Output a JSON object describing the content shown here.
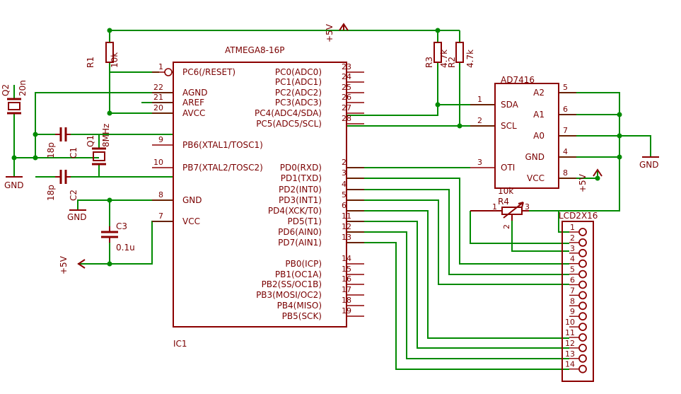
{
  "ic1": {
    "name": "IC1",
    "value": "ATMEGA8-16P",
    "left_pins": [
      {
        "num": "1",
        "label": "PC6(/RESET)"
      },
      {
        "num": "22",
        "label": "AGND"
      },
      {
        "num": "21",
        "label": "AREF"
      },
      {
        "num": "20",
        "label": "AVCC"
      },
      {
        "num": "9",
        "label": "PB6(XTAL1/TOSC1)"
      },
      {
        "num": "10",
        "label": "PB7(XTAL2/TOSC2)"
      },
      {
        "num": "8",
        "label": "GND"
      },
      {
        "num": "7",
        "label": "VCC"
      }
    ],
    "right_pins": [
      {
        "num": "23",
        "label": "PC0(ADC0)"
      },
      {
        "num": "24",
        "label": "PC1(ADC1)"
      },
      {
        "num": "25",
        "label": "PC2(ADC2)"
      },
      {
        "num": "26",
        "label": "PC3(ADC3)"
      },
      {
        "num": "27",
        "label": "PC4(ADC4/SDA)"
      },
      {
        "num": "28",
        "label": "PC5(ADC5/SCL)"
      },
      {
        "num": "2",
        "label": "PD0(RXD)"
      },
      {
        "num": "3",
        "label": "PD1(TXD)"
      },
      {
        "num": "4",
        "label": "PD2(INT0)"
      },
      {
        "num": "5",
        "label": "PD3(INT1)"
      },
      {
        "num": "6",
        "label": "PD4(XCK/T0)"
      },
      {
        "num": "11",
        "label": "PD5(T1)"
      },
      {
        "num": "12",
        "label": "PD6(AIN0)"
      },
      {
        "num": "13",
        "label": "PD7(AIN1)"
      },
      {
        "num": "14",
        "label": "PB0(ICP)"
      },
      {
        "num": "15",
        "label": "PB1(OC1A)"
      },
      {
        "num": "16",
        "label": "PB2(SS/OC1B)"
      },
      {
        "num": "17",
        "label": "PB3(MOSI/OC2)"
      },
      {
        "num": "18",
        "label": "PB4(MISO)"
      },
      {
        "num": "19",
        "label": "PB5(SCK)"
      }
    ]
  },
  "ad7416": {
    "name": "AD7416",
    "left_pins": [
      {
        "num": "1",
        "label": "SDA"
      },
      {
        "num": "2",
        "label": "SCL"
      },
      {
        "num": "3",
        "label": "OTI"
      }
    ],
    "right_pins": [
      {
        "num": "5",
        "label": "A2"
      },
      {
        "num": "6",
        "label": "A1"
      },
      {
        "num": "7",
        "label": "A0"
      },
      {
        "num": "4",
        "label": "GND"
      },
      {
        "num": "8",
        "label": "VCC"
      }
    ]
  },
  "lcd": {
    "name": "LCD2X16",
    "pins": [
      "1",
      "2",
      "3",
      "4",
      "5",
      "6",
      "7",
      "8",
      "9",
      "10",
      "11",
      "12",
      "13",
      "14"
    ]
  },
  "r1": {
    "name": "R1",
    "value": "10k"
  },
  "r3": {
    "name": "R3",
    "value": "4.7k"
  },
  "r2": {
    "name": "R2",
    "value": "4.7k"
  },
  "r4": {
    "name": "R4",
    "value": "10k",
    "pins": {
      "p1": "1",
      "p2": "2",
      "p3": "3"
    }
  },
  "q1": {
    "name": "Q1",
    "value": "8MHz"
  },
  "q2": {
    "name": "Q2",
    "value": "20n"
  },
  "c1": {
    "name": "C1",
    "value": "18p"
  },
  "c2": {
    "name": "C2",
    "value": "18p"
  },
  "c3": {
    "name": "C3",
    "value": "0.1u"
  },
  "labels": {
    "vcc_top": "+5V",
    "vcc_left": "+5V",
    "vcc_ad": "+5V",
    "gnd_left": "GND",
    "gnd_mid": "GND",
    "gnd_right": "GND"
  },
  "colors": {
    "wire": "#008a00",
    "symbol": "#8b0000",
    "text": "#7a0000"
  }
}
